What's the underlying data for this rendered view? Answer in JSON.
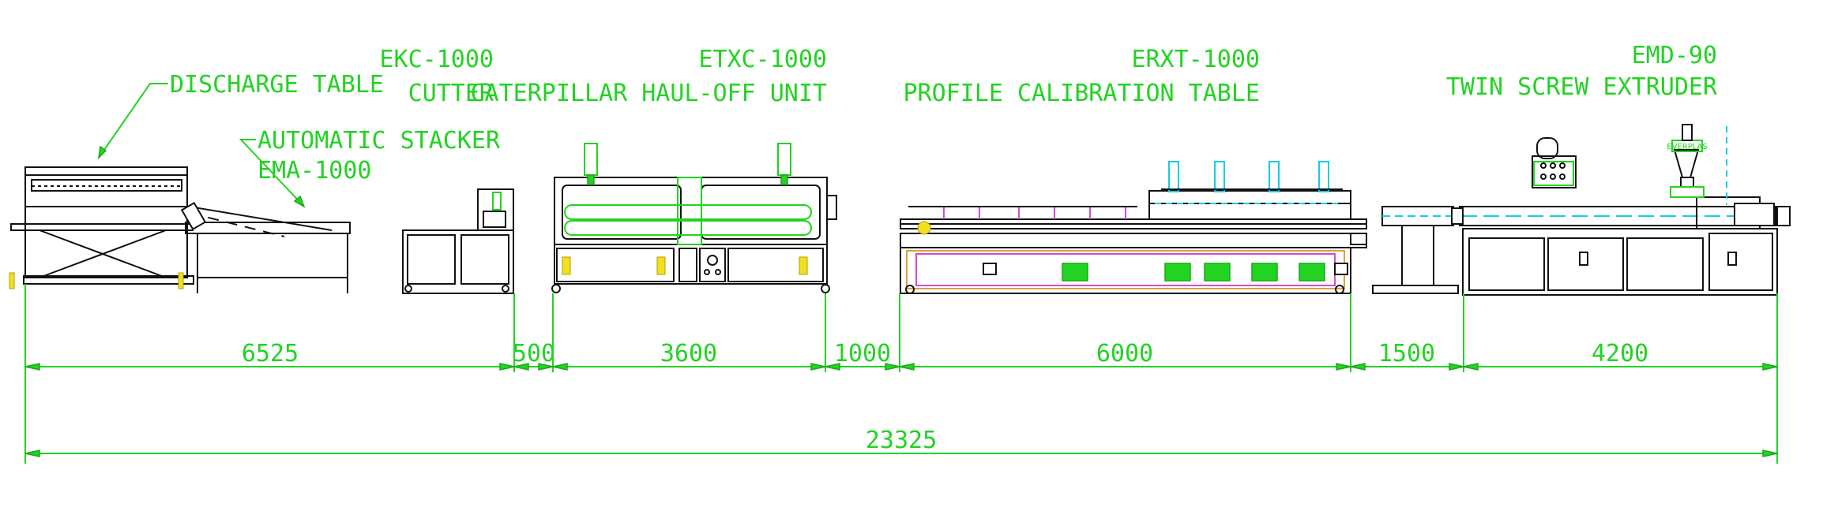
{
  "labels": {
    "discharge_table": "DISCHARGE TABLE",
    "stacker_name": "AUTOMATIC STACKER",
    "stacker_model": "EMA-1000",
    "cutter_model": "EKC-1000",
    "cutter_name": "CUTTER",
    "haul_off_model": "ETXC-1000",
    "haul_off_name": "CATERPILLAR HAUL-OFF UNIT",
    "calibration_model": "ERXT-1000",
    "calibration_name": "PROFILE CALIBRATION TABLE",
    "extruder_model": "EMD-90",
    "extruder_name": "TWIN SCREW EXTRUDER",
    "hopper_brand": "EVERPLAS"
  },
  "dimensions": {
    "segments": [
      "6525",
      "500",
      "3600",
      "1000",
      "6000",
      "1500",
      "4200"
    ],
    "total": "23325"
  },
  "colors": {
    "annotation": "#22d322",
    "outline": "#111111",
    "centerline": "#11cfe0",
    "frame_accent": "#d24ad2",
    "frame_accent_2": "#d9a23a",
    "marker": "#f0e020"
  }
}
